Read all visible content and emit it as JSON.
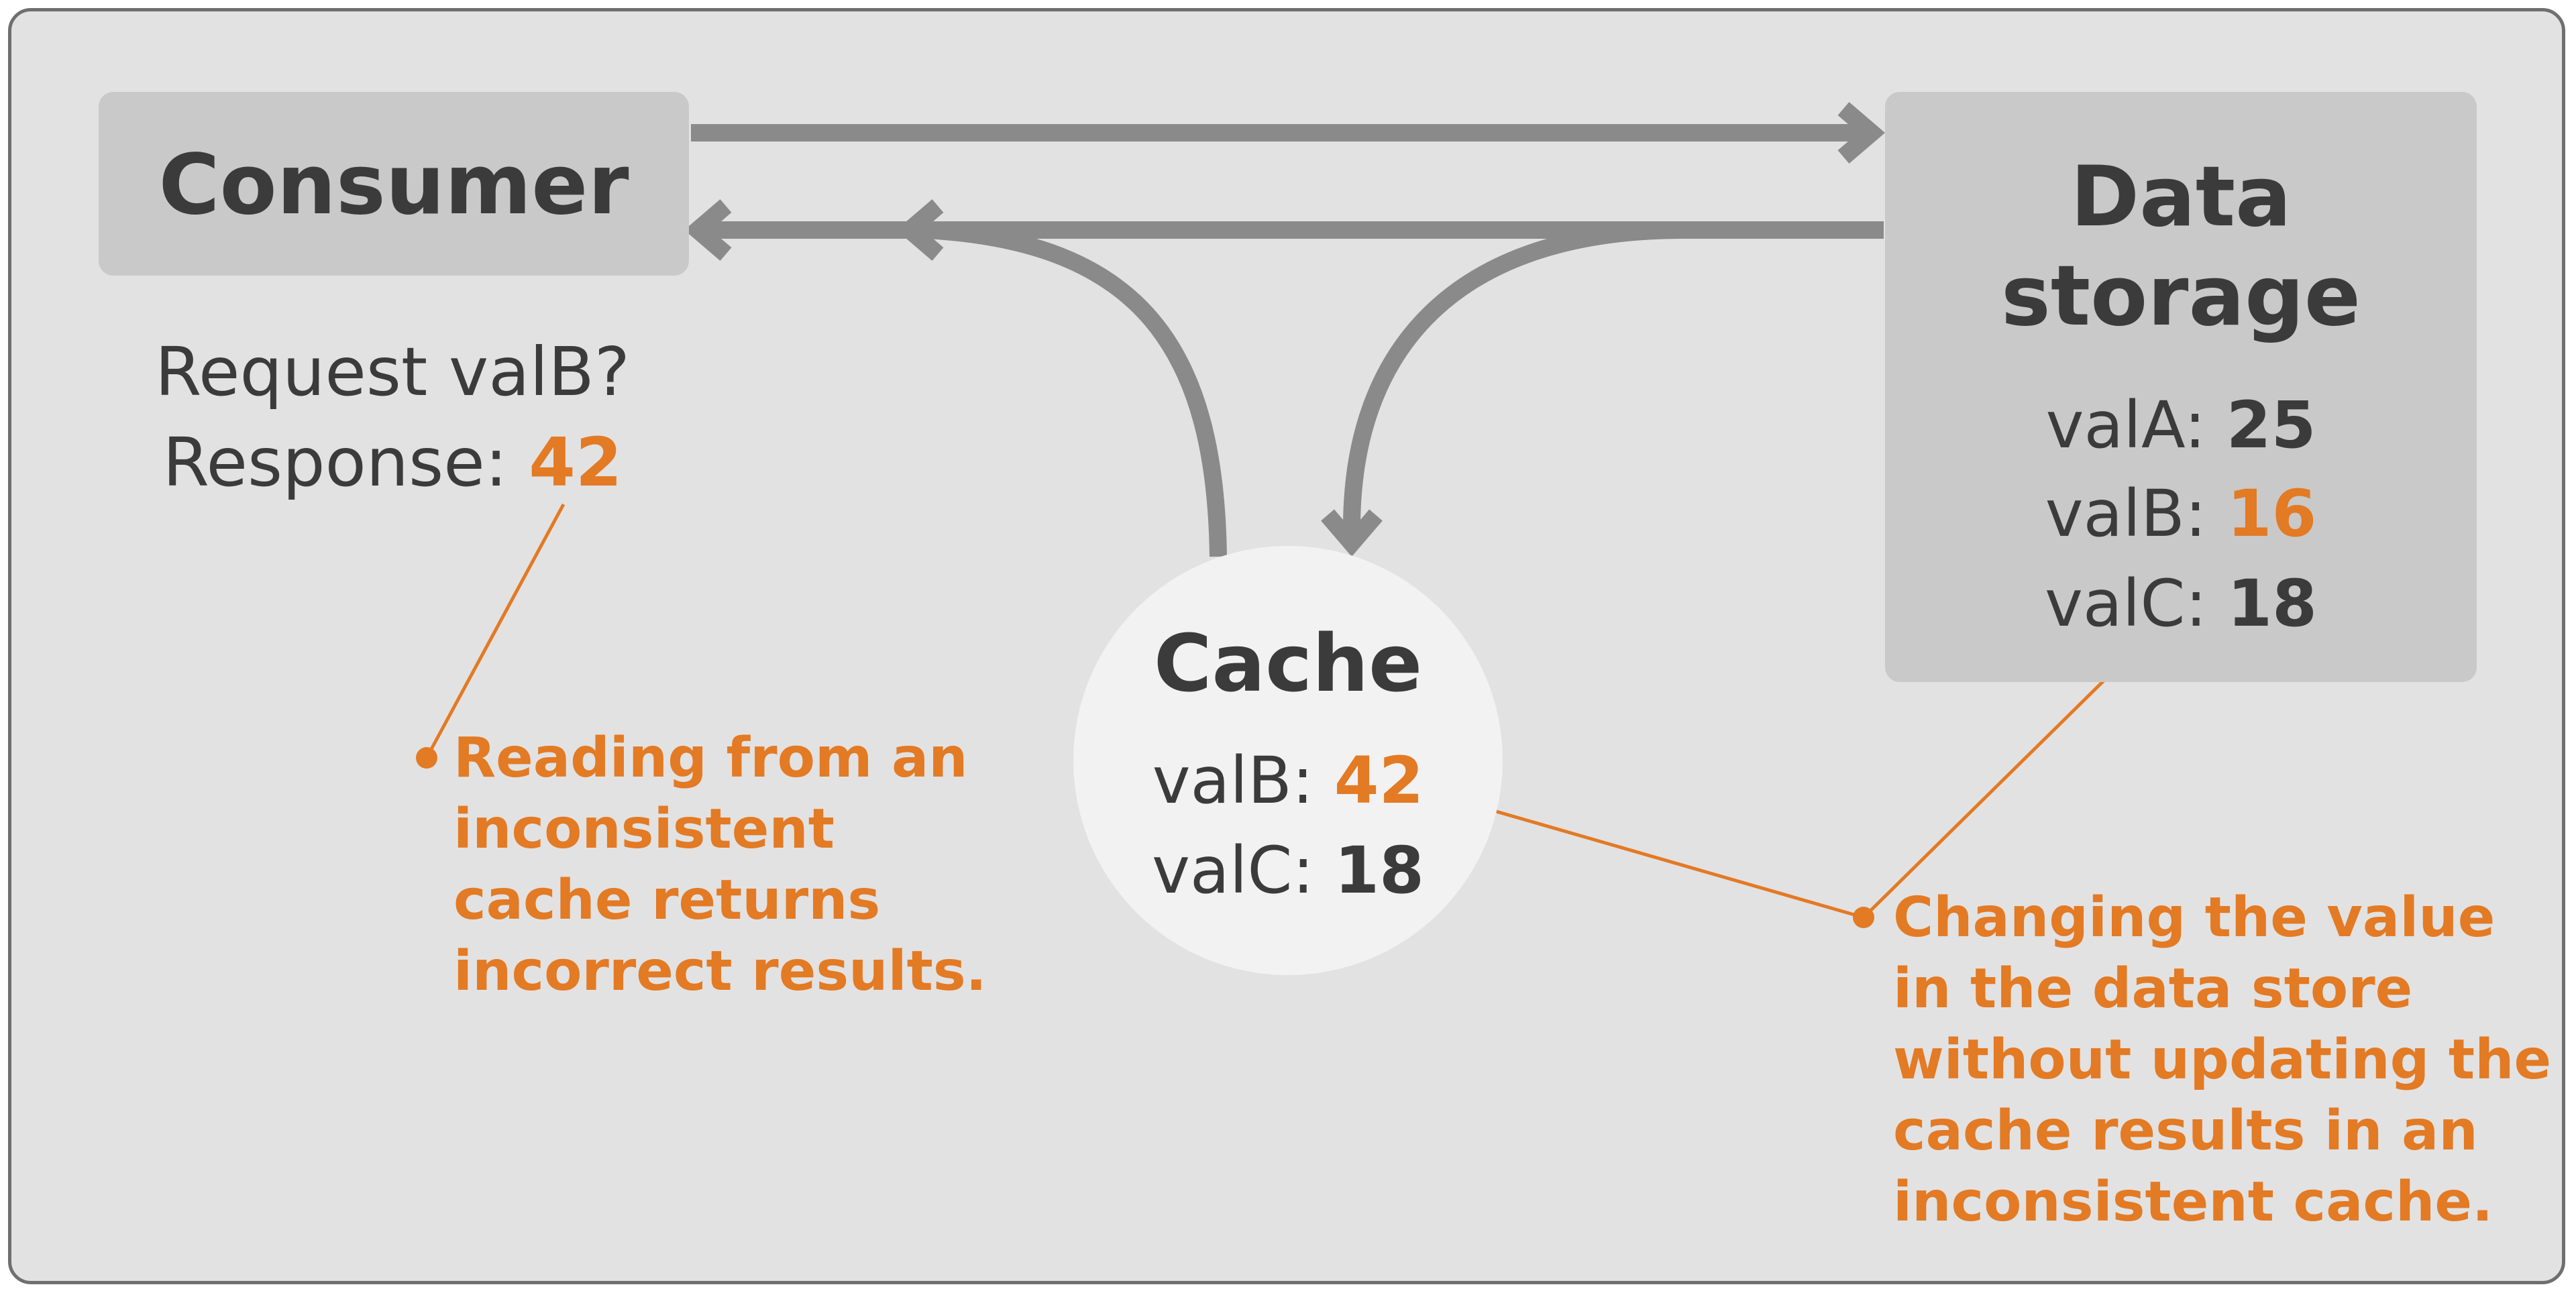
{
  "consumer": {
    "title": "Consumer",
    "request_label": "Request valB?",
    "response_label": "Response:",
    "response_value": "42"
  },
  "storage": {
    "title_line1": "Data",
    "title_line2": "storage",
    "rows": [
      {
        "key": "valA:",
        "value": "25"
      },
      {
        "key": "valB:",
        "value": "16"
      },
      {
        "key": "valC:",
        "value": "18"
      }
    ]
  },
  "cache": {
    "title": "Cache",
    "rows": [
      {
        "key": "valB:",
        "value": "42"
      },
      {
        "key": "valC:",
        "value": "18"
      }
    ]
  },
  "notes": {
    "read": [
      "Reading from an",
      "inconsistent",
      "cache returns",
      "incorrect results."
    ],
    "change": [
      "Changing the value",
      "in the data store",
      "without updating the",
      "cache results in an",
      "inconsistent cache."
    ]
  },
  "colors": {
    "panel_bg": "#e2e2e2",
    "box": "#c9c9c9",
    "cache": "#f2f2f2",
    "arrow": "#8a8a8a",
    "highlight": "#e37a24",
    "text": "#3b3b3b"
  }
}
